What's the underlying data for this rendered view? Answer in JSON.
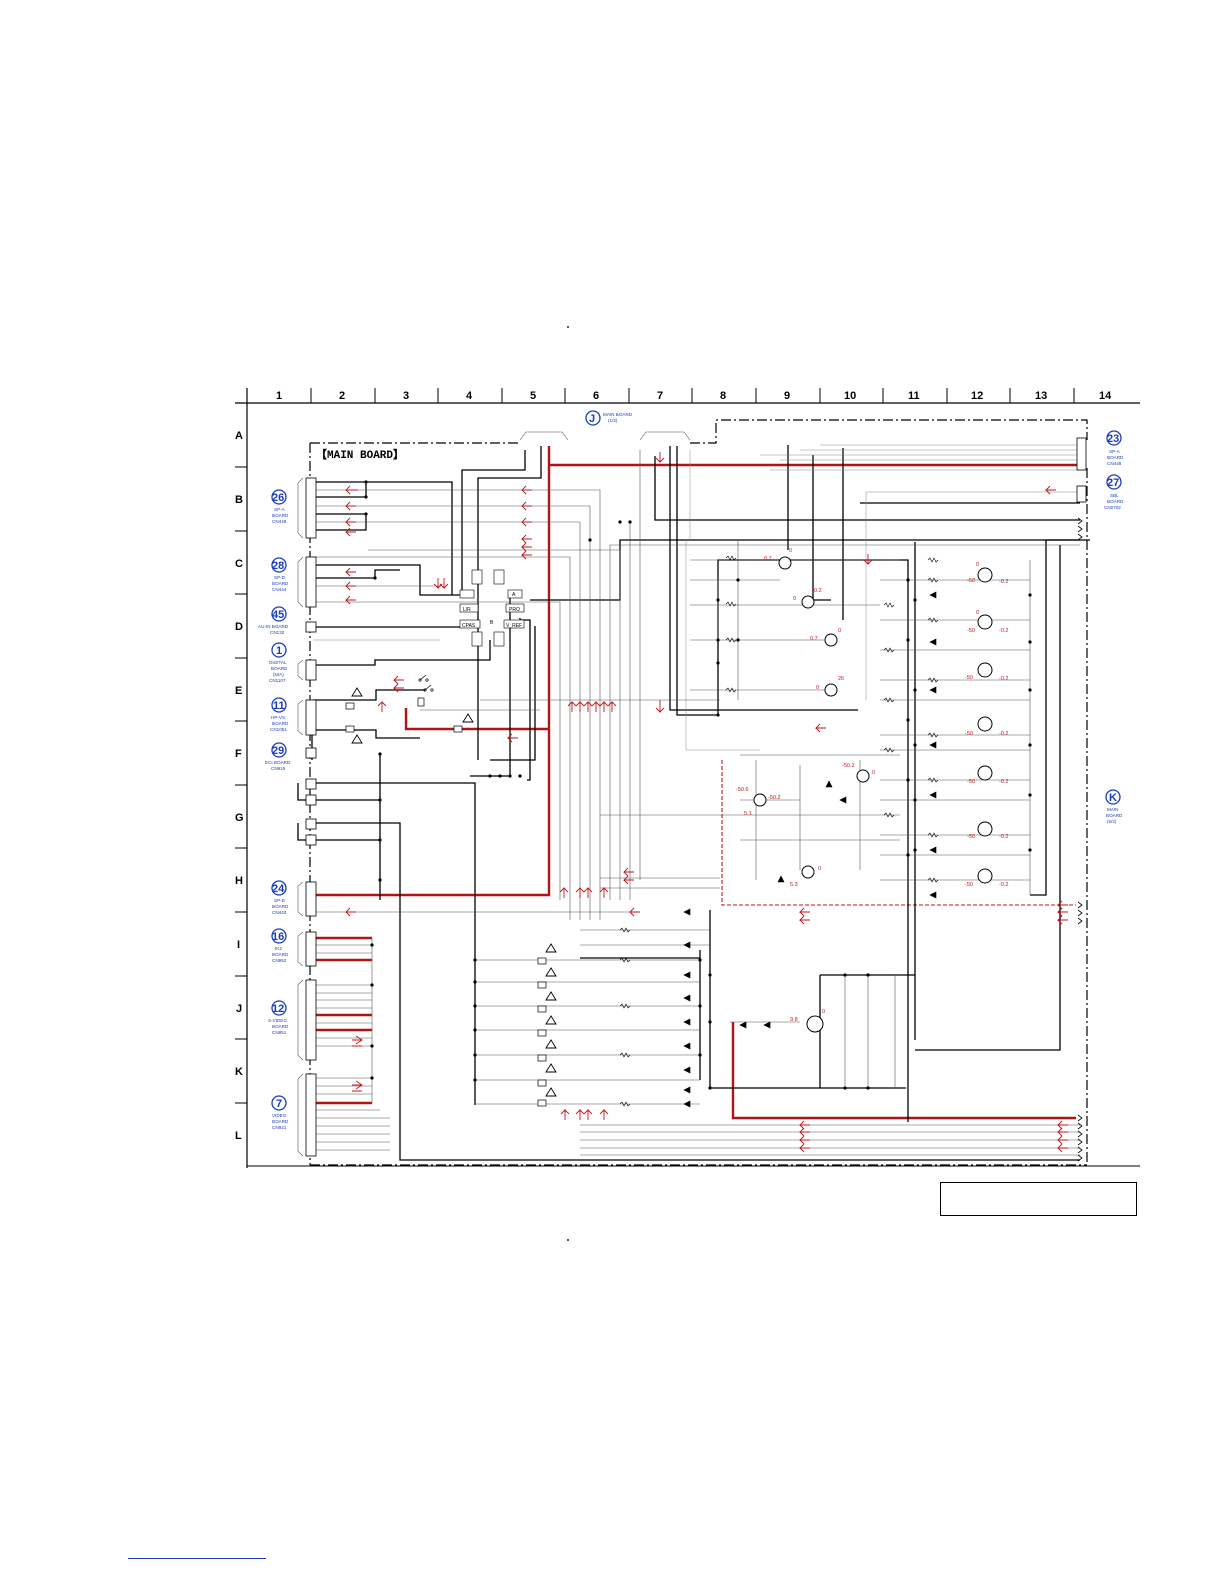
{
  "diagram": {
    "title": "【MAIN BOARD】",
    "columns": [
      "1",
      "2",
      "3",
      "4",
      "5",
      "6",
      "7",
      "8",
      "9",
      "10",
      "11",
      "12",
      "13",
      "14"
    ],
    "rows": [
      "A",
      "B",
      "C",
      "D",
      "E",
      "F",
      "G",
      "H",
      "I",
      "J",
      "K",
      "L"
    ],
    "connectors_left": [
      {
        "num": "26",
        "lines": [
          "SP-A",
          "BOARD",
          "CN449"
        ]
      },
      {
        "num": "28",
        "lines": [
          "SP-D",
          "BOARD",
          "CN444"
        ]
      },
      {
        "num": "45",
        "lines": [
          "AU-IN BOARD",
          "CN132"
        ]
      },
      {
        "num": "1",
        "lines": [
          "DIGITAL",
          "BOARD",
          "(N/A)",
          "CN1107"
        ]
      },
      {
        "num": "11",
        "lines": [
          "HP-VS",
          "BOARD",
          "CN1051"
        ]
      },
      {
        "num": "29",
        "lines": [
          "ECI BOARD",
          "CN915"
        ]
      },
      {
        "num": "24",
        "lines": [
          "SP-D",
          "BOARD",
          "CN443"
        ]
      },
      {
        "num": "16",
        "lines": [
          "IK2",
          "BOARD",
          "CN952"
        ]
      },
      {
        "num": "12",
        "lines": [
          "S-VIDEO",
          "BOARD",
          "CN851"
        ]
      },
      {
        "num": "7",
        "lines": [
          "VIDEO",
          "BOARD",
          "CN921"
        ]
      }
    ],
    "connectors_right": [
      {
        "num": "23",
        "lines": [
          "SP-A",
          "BOARD",
          "CN448"
        ]
      },
      {
        "num": "27",
        "lines": [
          "SBL",
          "BOARD",
          "CN2702"
        ]
      },
      {
        "num": "K",
        "lines": [
          "MAIN",
          "BOARD",
          "(5/2)"
        ]
      }
    ],
    "connector_top": {
      "num": "J",
      "lines": [
        "MAIN BOARD",
        "(1/2)"
      ]
    },
    "ic_pins": [
      "L/R",
      "PRO",
      "CPAS",
      "V_REF",
      "A",
      "B"
    ],
    "voltages": [
      "0.7",
      "0",
      "0",
      "0.2",
      "0.7",
      "0",
      "0",
      "26",
      "-50.2",
      "0",
      "-50.6",
      "-50.2",
      "5.1",
      "0",
      "5.3",
      "0",
      "-50",
      "-0.2",
      "-50",
      "-0.2",
      "-50",
      "-0.2",
      "-50",
      "-0.2",
      "-50",
      "-0.2",
      "-50",
      "-0.2",
      "-50",
      "-0.2",
      "0",
      "9.8",
      "0"
    ],
    "colors": {
      "signal": "#c0161c",
      "wire": "#000000",
      "connector": "#1a3dbd"
    }
  }
}
